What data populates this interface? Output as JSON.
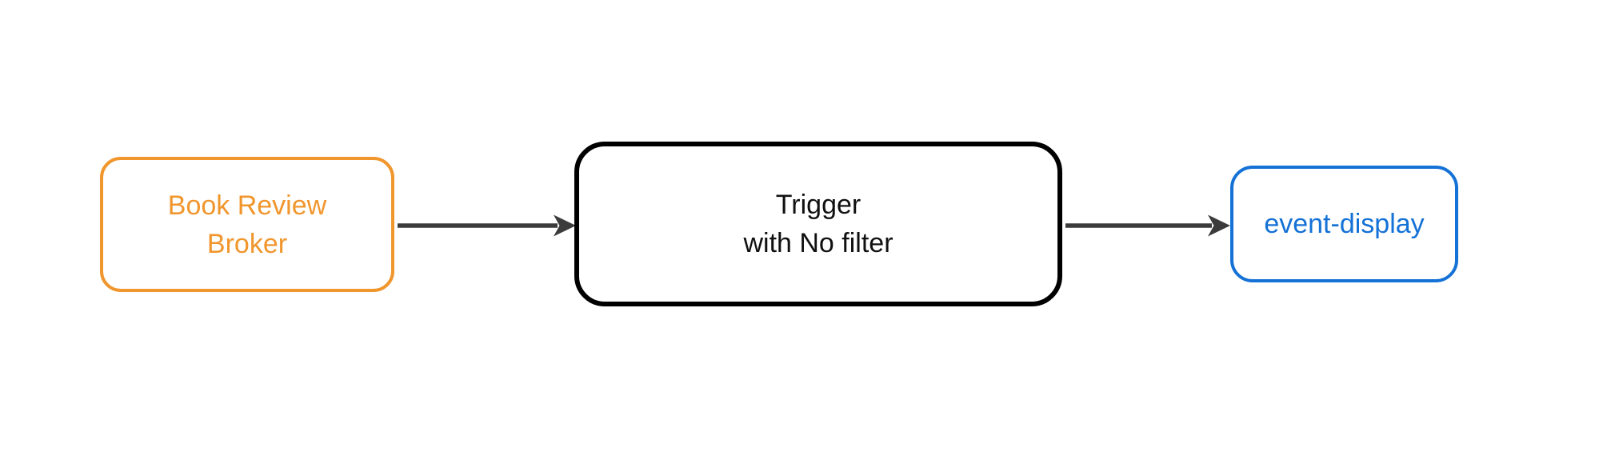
{
  "canvas": {
    "background": "#FFFFFF"
  },
  "nodes": {
    "broker": {
      "lines": [
        "Book Review",
        "Broker"
      ],
      "border_color": "#F0962D",
      "text_color": "#F0962D"
    },
    "trigger": {
      "lines": [
        "Trigger",
        "with No filter"
      ],
      "border_color": "#000000",
      "text_color": "#111111"
    },
    "event_display": {
      "lines": [
        "event-display"
      ],
      "border_color": "#1471D6",
      "text_color": "#1471D6"
    }
  },
  "connectors": {
    "color": "#3B3B3B",
    "edges": [
      {
        "from": "Book Review Broker",
        "to": "Trigger with No filter"
      },
      {
        "from": "Trigger with No filter",
        "to": "event-display"
      }
    ]
  }
}
